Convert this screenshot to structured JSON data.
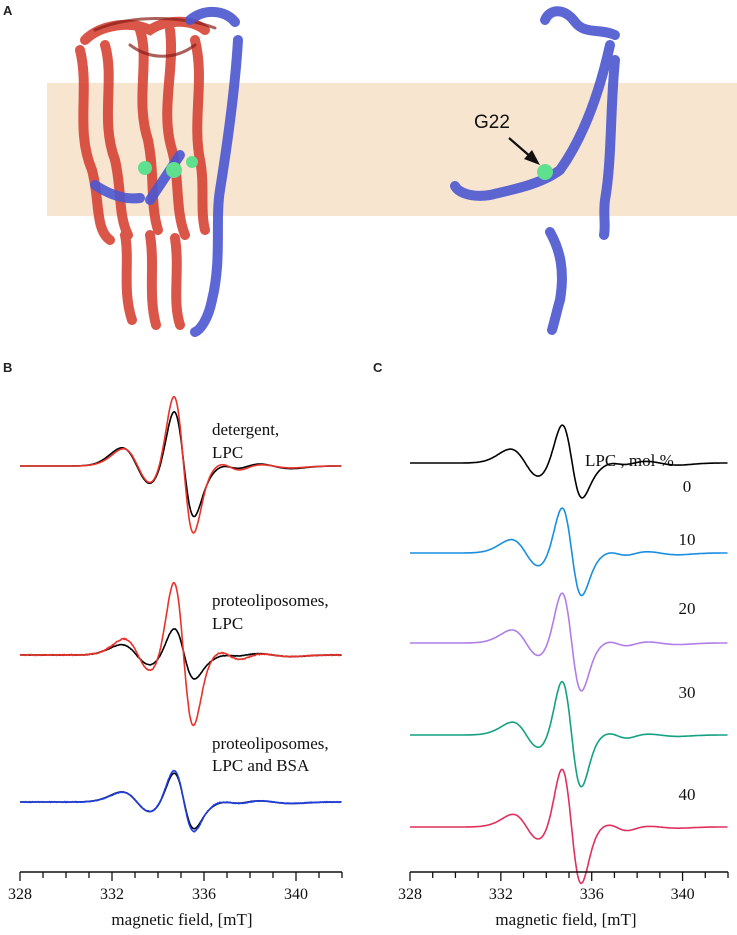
{
  "panel_a": {
    "letter": "A",
    "residue_label": "G22",
    "colors": {
      "membrane": "#f7e5d0",
      "protein_red": "#d64436",
      "protein_blue": "#4b57d0",
      "residue_green": "#5fe08e"
    }
  },
  "panel_b": {
    "letter": "B",
    "xlabel": "magnetic field, [mT]",
    "conditions": [
      {
        "line1": "detergent,",
        "line2": "LPC"
      },
      {
        "line1": "proteoliposomes,",
        "line2": "LPC"
      },
      {
        "line1": "proteoliposomes,",
        "line2": "LPC and BSA"
      }
    ]
  },
  "panel_c": {
    "letter": "C",
    "xlabel": "magnetic field, [mT]",
    "legend_title": "LPC , mol %"
  },
  "chart_data": [
    {
      "type": "line",
      "panel": "B",
      "xlabel": "magnetic field, [mT]",
      "xlim": [
        328,
        342
      ],
      "x_ticks": [
        328,
        332,
        336,
        340
      ],
      "x_minor_step": 1,
      "traces": [
        {
          "label": "detergent, LPC",
          "offset": 0,
          "series": [
            {
              "color": "#000000",
              "scale": 1.0,
              "broad": 0.58,
              "noise": 0
            },
            {
              "color": "#e8322a",
              "scale": 1.0,
              "broad": 0.42,
              "noise": 0
            }
          ]
        },
        {
          "label": "proteoliposomes, LPC",
          "offset": 1,
          "series": [
            {
              "color": "#000000",
              "scale": 0.55,
              "broad": 0.65,
              "noise": 0.02
            },
            {
              "color": "#e8322a",
              "scale": 0.95,
              "broad": 0.35,
              "noise": 0.02
            }
          ]
        },
        {
          "label": "proteoliposomes, LPC and BSA",
          "offset": 2,
          "series": [
            {
              "color": "#000000",
              "scale": 0.55,
              "broad": 0.6,
              "noise": 0
            },
            {
              "color": "#1f3ee0",
              "scale": 0.55,
              "broad": 0.55,
              "noise": 0.03
            }
          ]
        }
      ]
    },
    {
      "type": "line",
      "panel": "C",
      "xlabel": "magnetic field, [mT]",
      "xlim": [
        328,
        342
      ],
      "x_ticks": [
        328,
        332,
        336,
        340
      ],
      "x_minor_step": 1,
      "legend_title": "LPC , mol %",
      "series": [
        {
          "name": "0",
          "color": "#000000",
          "broad": 0.62
        },
        {
          "name": "10",
          "color": "#1a8ee0",
          "broad": 0.52
        },
        {
          "name": "20",
          "color": "#b07ee8",
          "broad": 0.45
        },
        {
          "name": "30",
          "color": "#15a084",
          "broad": 0.4
        },
        {
          "name": "40",
          "color": "#e0305e",
          "broad": 0.34
        }
      ]
    }
  ]
}
